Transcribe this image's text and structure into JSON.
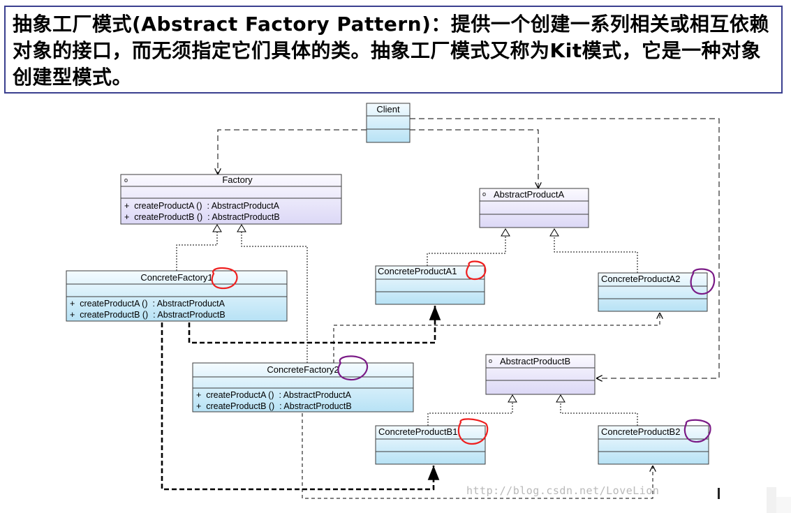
{
  "header": {
    "title": "抽象工厂模式(Abstract Factory Pattern)：提供一个创建一系列相关或相互依赖对象的接口，而无须指定它们具体的类。抽象工厂模式又称为Kit模式，它是一种对象创建型模式。"
  },
  "diagram": {
    "client": {
      "name": "Client"
    },
    "factory": {
      "name": "Factory",
      "ops": [
        "+  createProductA ()  : AbstractProductA",
        "+  createProductB ()  : AbstractProductB"
      ]
    },
    "concrete_factory_1": {
      "name": "ConcreteFactory1",
      "ops": [
        "+  createProductA ()  : AbstractProductA",
        "+  createProductB ()  : AbstractProductB"
      ]
    },
    "concrete_factory_2": {
      "name": "ConcreteFactory2",
      "ops": [
        "+  createProductA ()  : AbstractProductA",
        "+  createProductB ()  : AbstractProductB"
      ]
    },
    "abstract_product_a": {
      "name": "AbstractProductA"
    },
    "concrete_product_a1": {
      "name": "ConcreteProductA1"
    },
    "concrete_product_a2": {
      "name": "ConcreteProductA2"
    },
    "abstract_product_b": {
      "name": "AbstractProductB"
    },
    "concrete_product_b1": {
      "name": "ConcreteProductB1"
    },
    "concrete_product_b2": {
      "name": "ConcreteProductB2"
    }
  },
  "watermark": "http://blog.csdn.net/LoveLion",
  "colors": {
    "interface_fill": "#e8e6fb",
    "class_fill": "#c7eaf8",
    "box_stroke": "#3c3c3c",
    "title_border": "#3a3f8f",
    "annotation_red": "#ee1f1f",
    "annotation_purple": "#7a1a86"
  }
}
